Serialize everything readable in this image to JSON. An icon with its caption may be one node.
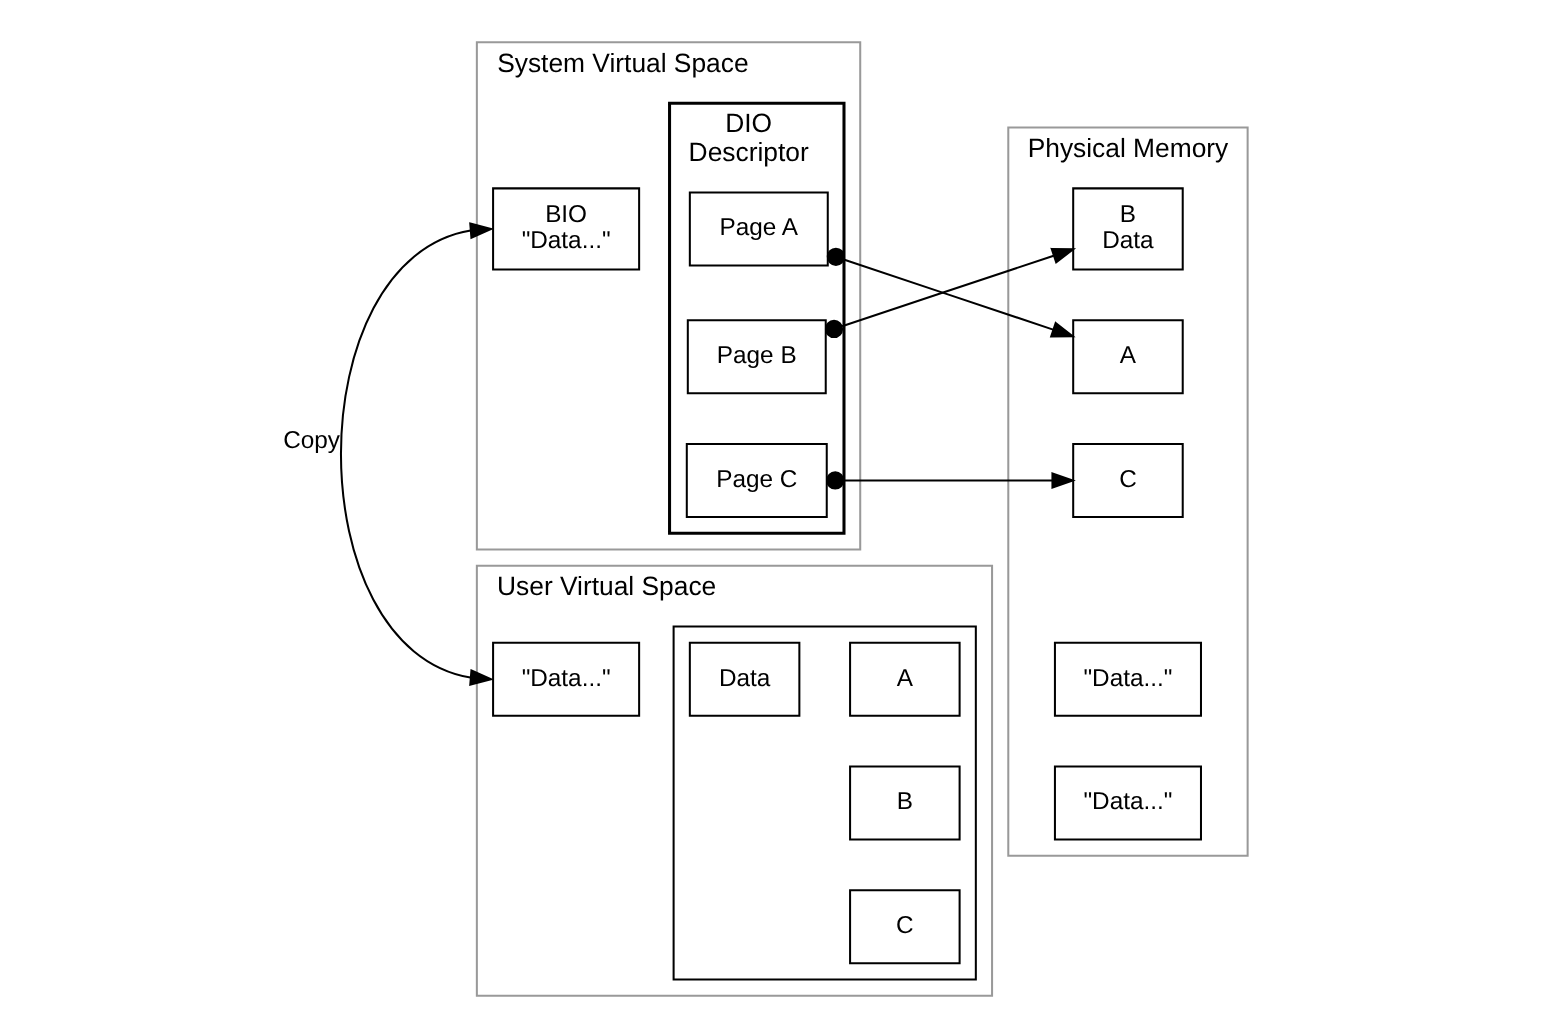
{
  "diagram": {
    "nodes": [
      {
        "text": [
          "System Virtual Space"
        ]
      },
      {
        "text": [
          "BIO",
          "\"Data...\""
        ],
        "in": 0
      },
      {
        "text": [
          "DIO",
          "Descriptor"
        ],
        "in": 0
      },
      {
        "text": [
          "Page A"
        ],
        "in": 2
      },
      {
        "text": [
          "Page B"
        ],
        "in": 2
      },
      {
        "text": [
          "Page C"
        ],
        "in": 2
      },
      {
        "text": [
          "User Virtual Space"
        ]
      },
      {
        "text": [
          "\"Data...\""
        ],
        "in": 6
      },
      {
        "text": [],
        "shape": "box",
        "in": 6
      },
      {
        "text": [
          "A"
        ],
        "in": 8
      },
      {
        "text": [
          "B"
        ],
        "in": 8
      },
      {
        "text": [
          "C"
        ],
        "in": 8
      },
      {
        "text": [
          "Data"
        ],
        "in": 8
      },
      {
        "text": [
          "Physical Memory"
        ]
      },
      {
        "text": [
          "B",
          "Data"
        ],
        "in": 13
      },
      {
        "text": [
          "A"
        ],
        "in": 13
      },
      {
        "text": [
          "C"
        ],
        "in": 13
      },
      {
        "text": [
          "\"Data...\""
        ],
        "in": 13
      },
      {
        "text": [
          "\"Data...\""
        ],
        "in": 13
      }
    ],
    "edges": [
      {
        "from": 1,
        "to": 7,
        "arrow": "both",
        "label": "Copy"
      },
      {
        "from": 3,
        "to": 15,
        "arrow": "to"
      },
      {
        "from": 4,
        "to": 14,
        "arrow": "to"
      },
      {
        "from": 5,
        "to": 16,
        "arrow": "to"
      }
    ]
  }
}
